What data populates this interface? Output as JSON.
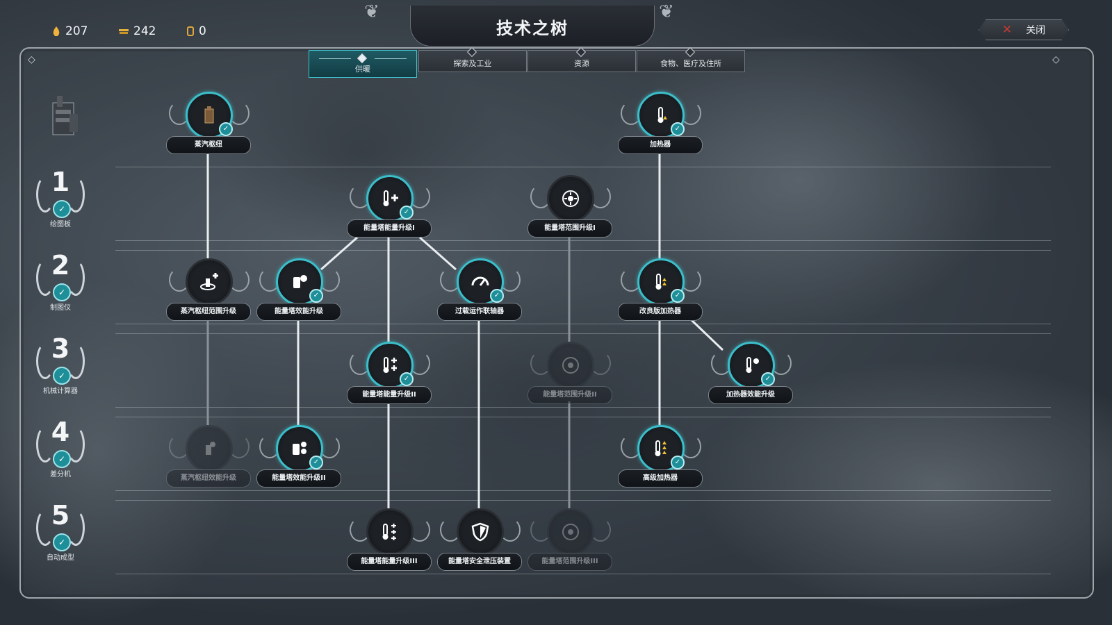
{
  "resources": [
    {
      "icon": "coal-icon",
      "value": "207",
      "color": "#f0b23a"
    },
    {
      "icon": "wood-icon",
      "value": "242",
      "color": "#e6b23c"
    },
    {
      "icon": "steel-icon",
      "value": "0",
      "color": "#e0a83a"
    }
  ],
  "header": {
    "title": "技术之树",
    "close_label": "关闭"
  },
  "tabs": [
    {
      "label": "供暖",
      "active": true
    },
    {
      "label": "探索及工业",
      "active": false
    },
    {
      "label": "资源",
      "active": false
    },
    {
      "label": "食物、医疗及住所",
      "active": false
    }
  ],
  "tiers": [
    {
      "num": "1",
      "label": "绘图板",
      "unlocked": true
    },
    {
      "num": "2",
      "label": "制图仪",
      "unlocked": true
    },
    {
      "num": "3",
      "label": "机械计算器",
      "unlocked": true
    },
    {
      "num": "4",
      "label": "差分机",
      "unlocked": true
    },
    {
      "num": "5",
      "label": "自动成型",
      "unlocked": true
    }
  ],
  "nodes": {
    "steam_hub": {
      "label": "蒸汽枢纽",
      "state": "researched",
      "icon": "steam-hub-icon"
    },
    "heater": {
      "label": "加热器",
      "state": "researched",
      "icon": "thermometer-icon"
    },
    "power_up_1": {
      "label": "能量塔能量升级I",
      "state": "researched",
      "icon": "thermometer-plus-icon"
    },
    "range_up_1": {
      "label": "能量塔范围升级I",
      "state": "available",
      "icon": "range-icon"
    },
    "hub_range": {
      "label": "蒸汽枢纽范围升级",
      "state": "available",
      "icon": "hub-range-icon"
    },
    "eff_up_1": {
      "label": "能量塔效能升级",
      "state": "researched",
      "icon": "efficiency-icon"
    },
    "overdrive": {
      "label": "过载运作联轴器",
      "state": "researched",
      "icon": "gauge-icon"
    },
    "improved_heater": {
      "label": "改良版加热器",
      "state": "researched",
      "icon": "heater-up-icon"
    },
    "power_up_2": {
      "label": "能量塔能量升级II",
      "state": "researched",
      "icon": "thermometer-plus2-icon"
    },
    "range_up_2": {
      "label": "能量塔范围升级II",
      "state": "locked",
      "icon": "range-icon"
    },
    "heater_eff": {
      "label": "加热器效能升级",
      "state": "researched",
      "icon": "heater-eff-icon"
    },
    "hub_eff": {
      "label": "蒸汽枢纽效能升级",
      "state": "locked",
      "icon": "hub-eff-icon"
    },
    "eff_up_2": {
      "label": "能量塔效能升级II",
      "state": "researched",
      "icon": "efficiency2-icon"
    },
    "adv_heater": {
      "label": "高级加热器",
      "state": "researched",
      "icon": "heater-adv-icon"
    },
    "power_up_3": {
      "label": "能量塔能量升级III",
      "state": "available",
      "icon": "thermometer-plus3-icon"
    },
    "safety_valve": {
      "label": "能量塔安全泄压装置",
      "state": "available",
      "icon": "shield-icon"
    },
    "range_up_3": {
      "label": "能量塔范围升级III",
      "state": "locked",
      "icon": "range-icon"
    }
  },
  "colors": {
    "accent": "#3bbfcb",
    "check": "#1e8e98",
    "close_x": "#c93a32"
  }
}
